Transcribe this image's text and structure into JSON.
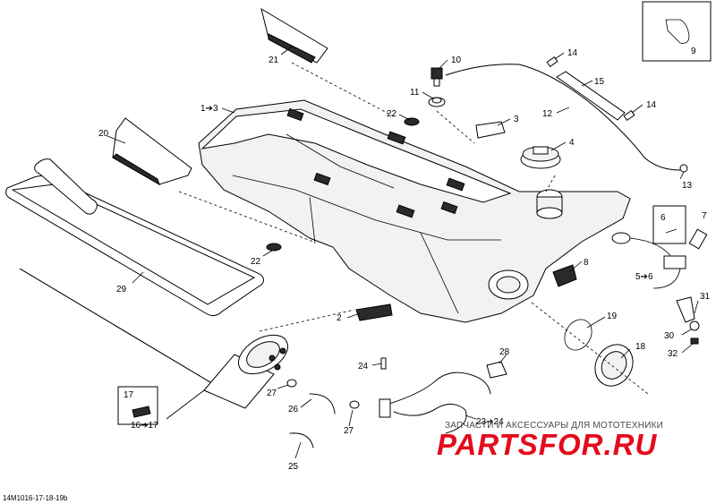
{
  "diagram": {
    "callouts": [
      {
        "id": "c1",
        "text": "1➔3"
      },
      {
        "id": "c2",
        "text": "2"
      },
      {
        "id": "c3",
        "text": "3"
      },
      {
        "id": "c4",
        "text": "4"
      },
      {
        "id": "c5",
        "text": "5➔6"
      },
      {
        "id": "c6",
        "text": "6"
      },
      {
        "id": "c7",
        "text": "7"
      },
      {
        "id": "c8",
        "text": "8"
      },
      {
        "id": "c9",
        "text": "9"
      },
      {
        "id": "c10",
        "text": "10"
      },
      {
        "id": "c11",
        "text": "11"
      },
      {
        "id": "c12",
        "text": "12"
      },
      {
        "id": "c13",
        "text": "13"
      },
      {
        "id": "c14a",
        "text": "14"
      },
      {
        "id": "c14b",
        "text": "14"
      },
      {
        "id": "c15",
        "text": "15"
      },
      {
        "id": "c16",
        "text": "16➔17"
      },
      {
        "id": "c17",
        "text": "17"
      },
      {
        "id": "c18",
        "text": "18"
      },
      {
        "id": "c19",
        "text": "19"
      },
      {
        "id": "c20",
        "text": "20"
      },
      {
        "id": "c21",
        "text": "21"
      },
      {
        "id": "c22a",
        "text": "22"
      },
      {
        "id": "c22b",
        "text": "22"
      },
      {
        "id": "c23",
        "text": "23➔24"
      },
      {
        "id": "c24",
        "text": "24"
      },
      {
        "id": "c25",
        "text": "25"
      },
      {
        "id": "c26",
        "text": "26"
      },
      {
        "id": "c27a",
        "text": "27"
      },
      {
        "id": "c27b",
        "text": "27"
      },
      {
        "id": "c28",
        "text": "28"
      },
      {
        "id": "c29",
        "text": "29"
      },
      {
        "id": "c30",
        "text": "30"
      },
      {
        "id": "c31",
        "text": "31"
      },
      {
        "id": "c32",
        "text": "32"
      }
    ],
    "drawing_code": "14M1016-17-18-19b"
  },
  "watermark": {
    "tagline": "ЗАПЧАСТИ И АКСЕССУАРЫ ДЛЯ МОТОТЕХНИКИ",
    "logo": "PARTSFOR.RU",
    "color": "#e30b1c"
  }
}
